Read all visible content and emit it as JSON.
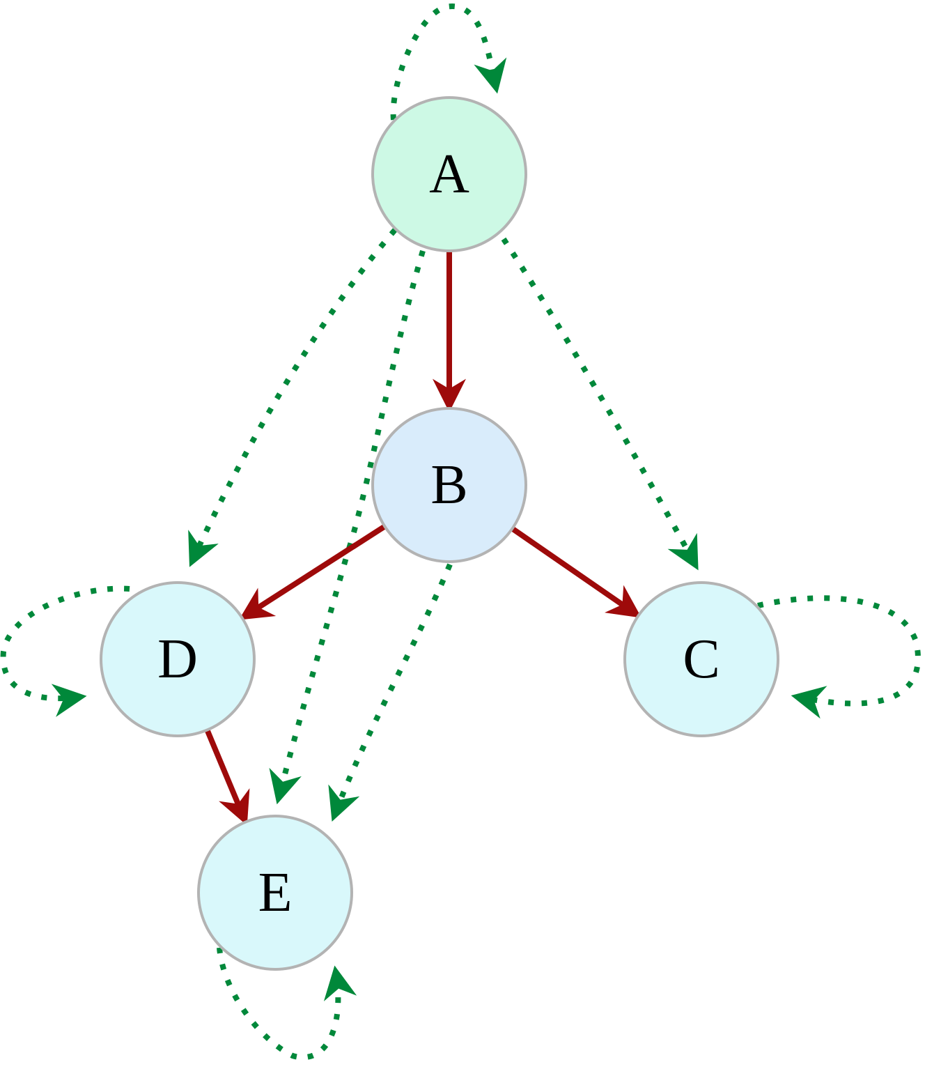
{
  "colors": {
    "tree_edge": "#9e0a0a",
    "closure_edge": "#00883a",
    "node_border": "#b3b3b3"
  },
  "nodes": [
    {
      "id": "A",
      "label": "A",
      "fill": "#cdf9e5"
    },
    {
      "id": "B",
      "label": "B",
      "fill": "#d9ecfb"
    },
    {
      "id": "C",
      "label": "C",
      "fill": "#d9f8fb"
    },
    {
      "id": "D",
      "label": "D",
      "fill": "#d9f8fb"
    },
    {
      "id": "E",
      "label": "E",
      "fill": "#d9f8fb"
    }
  ],
  "tree_edges": [
    {
      "from": "A",
      "to": "B"
    },
    {
      "from": "B",
      "to": "D"
    },
    {
      "from": "B",
      "to": "C"
    },
    {
      "from": "D",
      "to": "E"
    }
  ],
  "closure_edges": [
    {
      "from": "A",
      "to": "A"
    },
    {
      "from": "A",
      "to": "D"
    },
    {
      "from": "A",
      "to": "E"
    },
    {
      "from": "A",
      "to": "C"
    },
    {
      "from": "B",
      "to": "E"
    },
    {
      "from": "D",
      "to": "D"
    },
    {
      "from": "C",
      "to": "C"
    },
    {
      "from": "E",
      "to": "E"
    }
  ]
}
